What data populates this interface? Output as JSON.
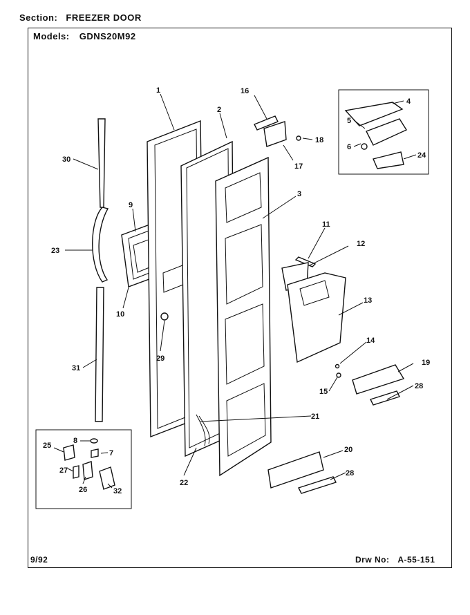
{
  "header": {
    "section_label": "Section:",
    "section_value": "FREEZER DOOR",
    "models_label": "Models:",
    "models_value": "GDNS20M92"
  },
  "footer": {
    "date": "9/92",
    "drawing_label": "Drw No:",
    "drawing_number": "A-55-151"
  },
  "callouts": [
    "1",
    "2",
    "3",
    "4",
    "5",
    "6",
    "7",
    "8",
    "9",
    "10",
    "11",
    "12",
    "13",
    "14",
    "15",
    "16",
    "17",
    "18",
    "19",
    "20",
    "21",
    "22",
    "23",
    "24",
    "25",
    "26",
    "27",
    "28",
    "28",
    "29",
    "30",
    "31",
    "32"
  ],
  "icons": [
    "door-panel-icon",
    "door-gasket-icon",
    "door-liner-icon",
    "handle-icon",
    "hinge-icon",
    "shelf-bin-icon",
    "dispenser-icon"
  ]
}
